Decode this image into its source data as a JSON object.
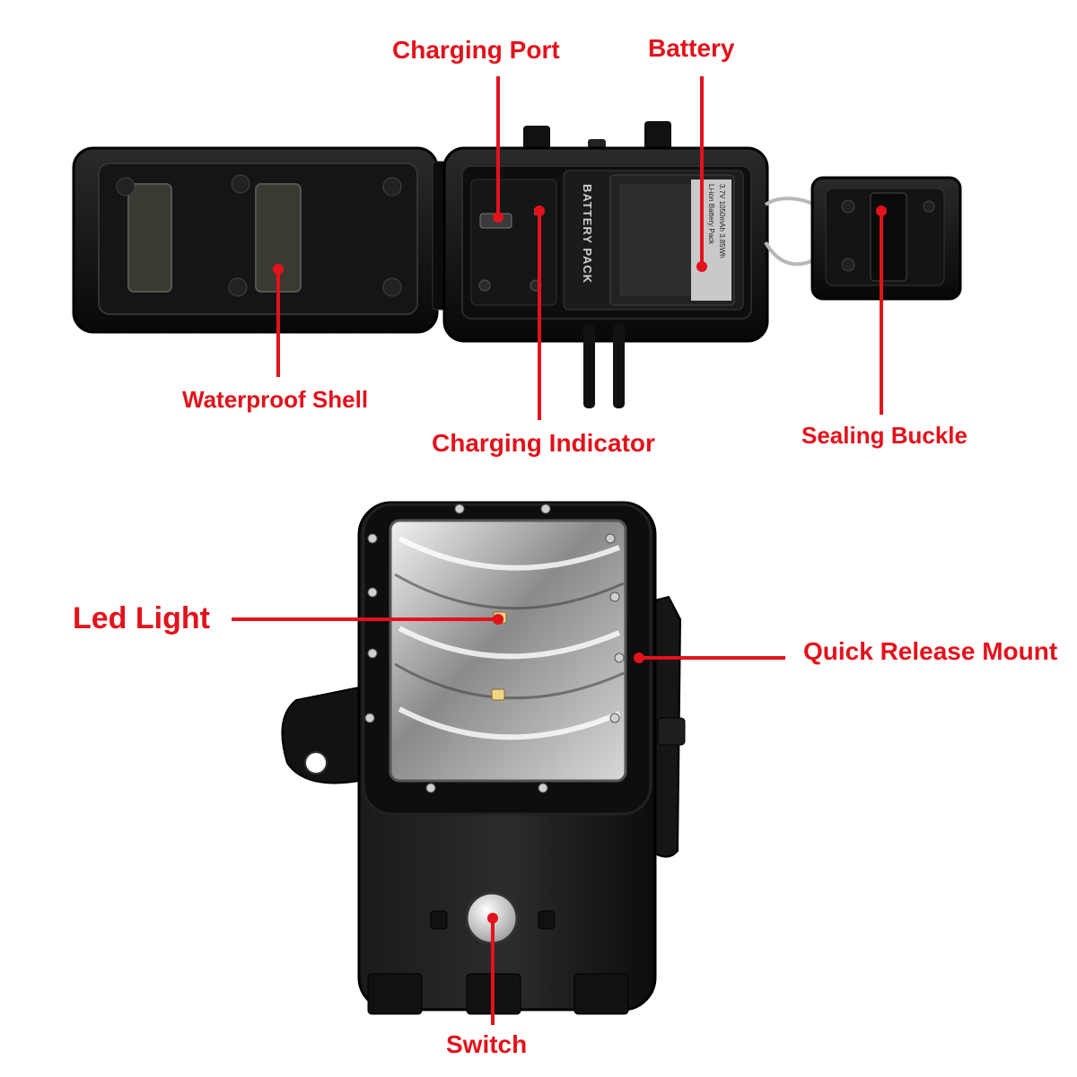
{
  "labels": {
    "charging_port": "Charging Port",
    "battery": "Battery",
    "waterproof_shell": "Waterproof Shell",
    "charging_indicator": "Charging Indicator",
    "sealing_buckle": "Sealing Buckle",
    "led_light": "Led Light",
    "quick_release_mount": "Quick Release Mount",
    "switch": "Switch"
  },
  "product_text": {
    "battery_pack": "BATTERY PACK",
    "battery_spec_1": "Li-ion Battery Pack",
    "battery_spec_2": "3.7V 1050mAh 3.85Wh"
  },
  "colors": {
    "label_red": "#e3121b",
    "housing_black": "#111111",
    "background": "#ffffff"
  }
}
